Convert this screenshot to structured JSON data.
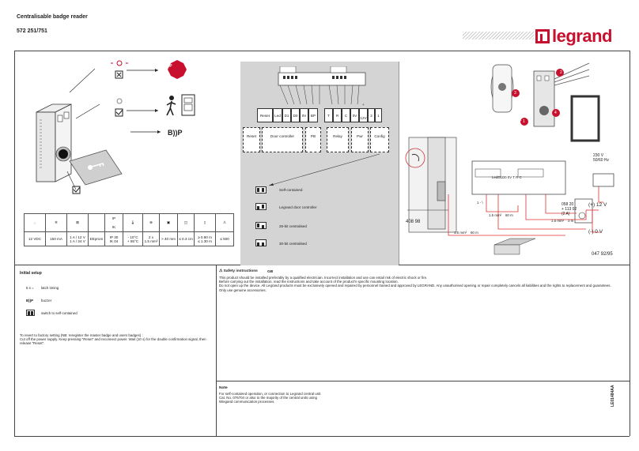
{
  "header": {
    "title": "Centralisable badge reader",
    "ref": "572 251/751",
    "brand": "legrand"
  },
  "icons": {
    "stop_label": "STOP",
    "buzzer_label": "B))P"
  },
  "spec_table": {
    "ip_label": "IP",
    "ik_label": "IK",
    "values": [
      "12 VDC",
      "150 mA",
      "1 A / 12 V\n1 A / 24 V",
      "EEprom",
      "IP 30\nIK 04",
      "- 10°C\n+ 55°C",
      "2 x\n1.5 mm²",
      "> 40 mm",
      "≤ 0.3 cm",
      "≥ 0.90 m\n≤ 1.30 m",
      "≤ 500"
    ]
  },
  "wiring": {
    "terminals": [
      "Reset",
      "Led",
      "D1",
      "D0",
      "0V",
      "BP",
      "T",
      "R",
      "C",
      "0V",
      "12V",
      "2",
      "1"
    ],
    "plus_label": "+",
    "groups": [
      "Reset",
      "Door controller",
      "PB",
      "Relay",
      "Pwr",
      "Config"
    ],
    "configs": [
      "Self-contained",
      "Legrand door controller",
      "26-bit centralised",
      "30-bit centralised"
    ]
  },
  "install": {
    "steps": [
      "1",
      "2",
      "3",
      "4"
    ],
    "power_top": "230 V\n50/60 Hz",
    "part_1": "408 98",
    "part_2": "058 20\n+ 113 02\n(2 A)",
    "part_3": "047 92/95",
    "v12": "(+) 12 V",
    "v0": "(-) 0 V",
    "cable_1": "1.5 mm²    60 m",
    "cable_2": "1.5 mm²    3 m",
    "cable_3": "1.5 mm²    60 m",
    "small_label": "1 - \\",
    "terminal_letters": "LedD1D0  0V  T  R  C"
  },
  "initial_setup": {
    "title": "Initial setup",
    "rows": [
      {
        "sym": "5 s =",
        "text": "latch timing"
      },
      {
        "sym": "B))P",
        "text": "buzzer"
      },
      {
        "sym": "",
        "text": "switch to self-contained"
      }
    ],
    "reset_text": "To revert to factory setting (NB: reregister the master badge and users badges) :\nCut off the power supply. Keep pressing \"Reset\" and reconnect power. Wait (10 s) for the double confirmation signal, then release \"Reset\"."
  },
  "safety": {
    "title": "Safety instructions",
    "code": "GB",
    "text": "This product should be installed preferably by a qualified electrician. Incorrect installation and use can entail risk of electric shock or fire.\nBefore carrying out the installation, read the instructions and take account of the product's specific mounting location.\nDo not open up the device. All Legrand products must be exclusively opened and repaired by personnel trained and approved by LEGRAND. Any unauthorised opening or repair completely cancels all liabilities and the rights to replacement and guarantees.\nOnly use genuine accessories."
  },
  "note": {
    "title": "Note",
    "text": "For self-contained operation, or connection to Legrand central unit\nCat. No. 076704 or also to the majority of the central units using\nWiegand communication processes."
  },
  "doc_code": "LE01484AA",
  "colors": {
    "brand_red": "#c8102e",
    "grey_panel": "#d4d4d4",
    "wire_red": "#d33"
  }
}
